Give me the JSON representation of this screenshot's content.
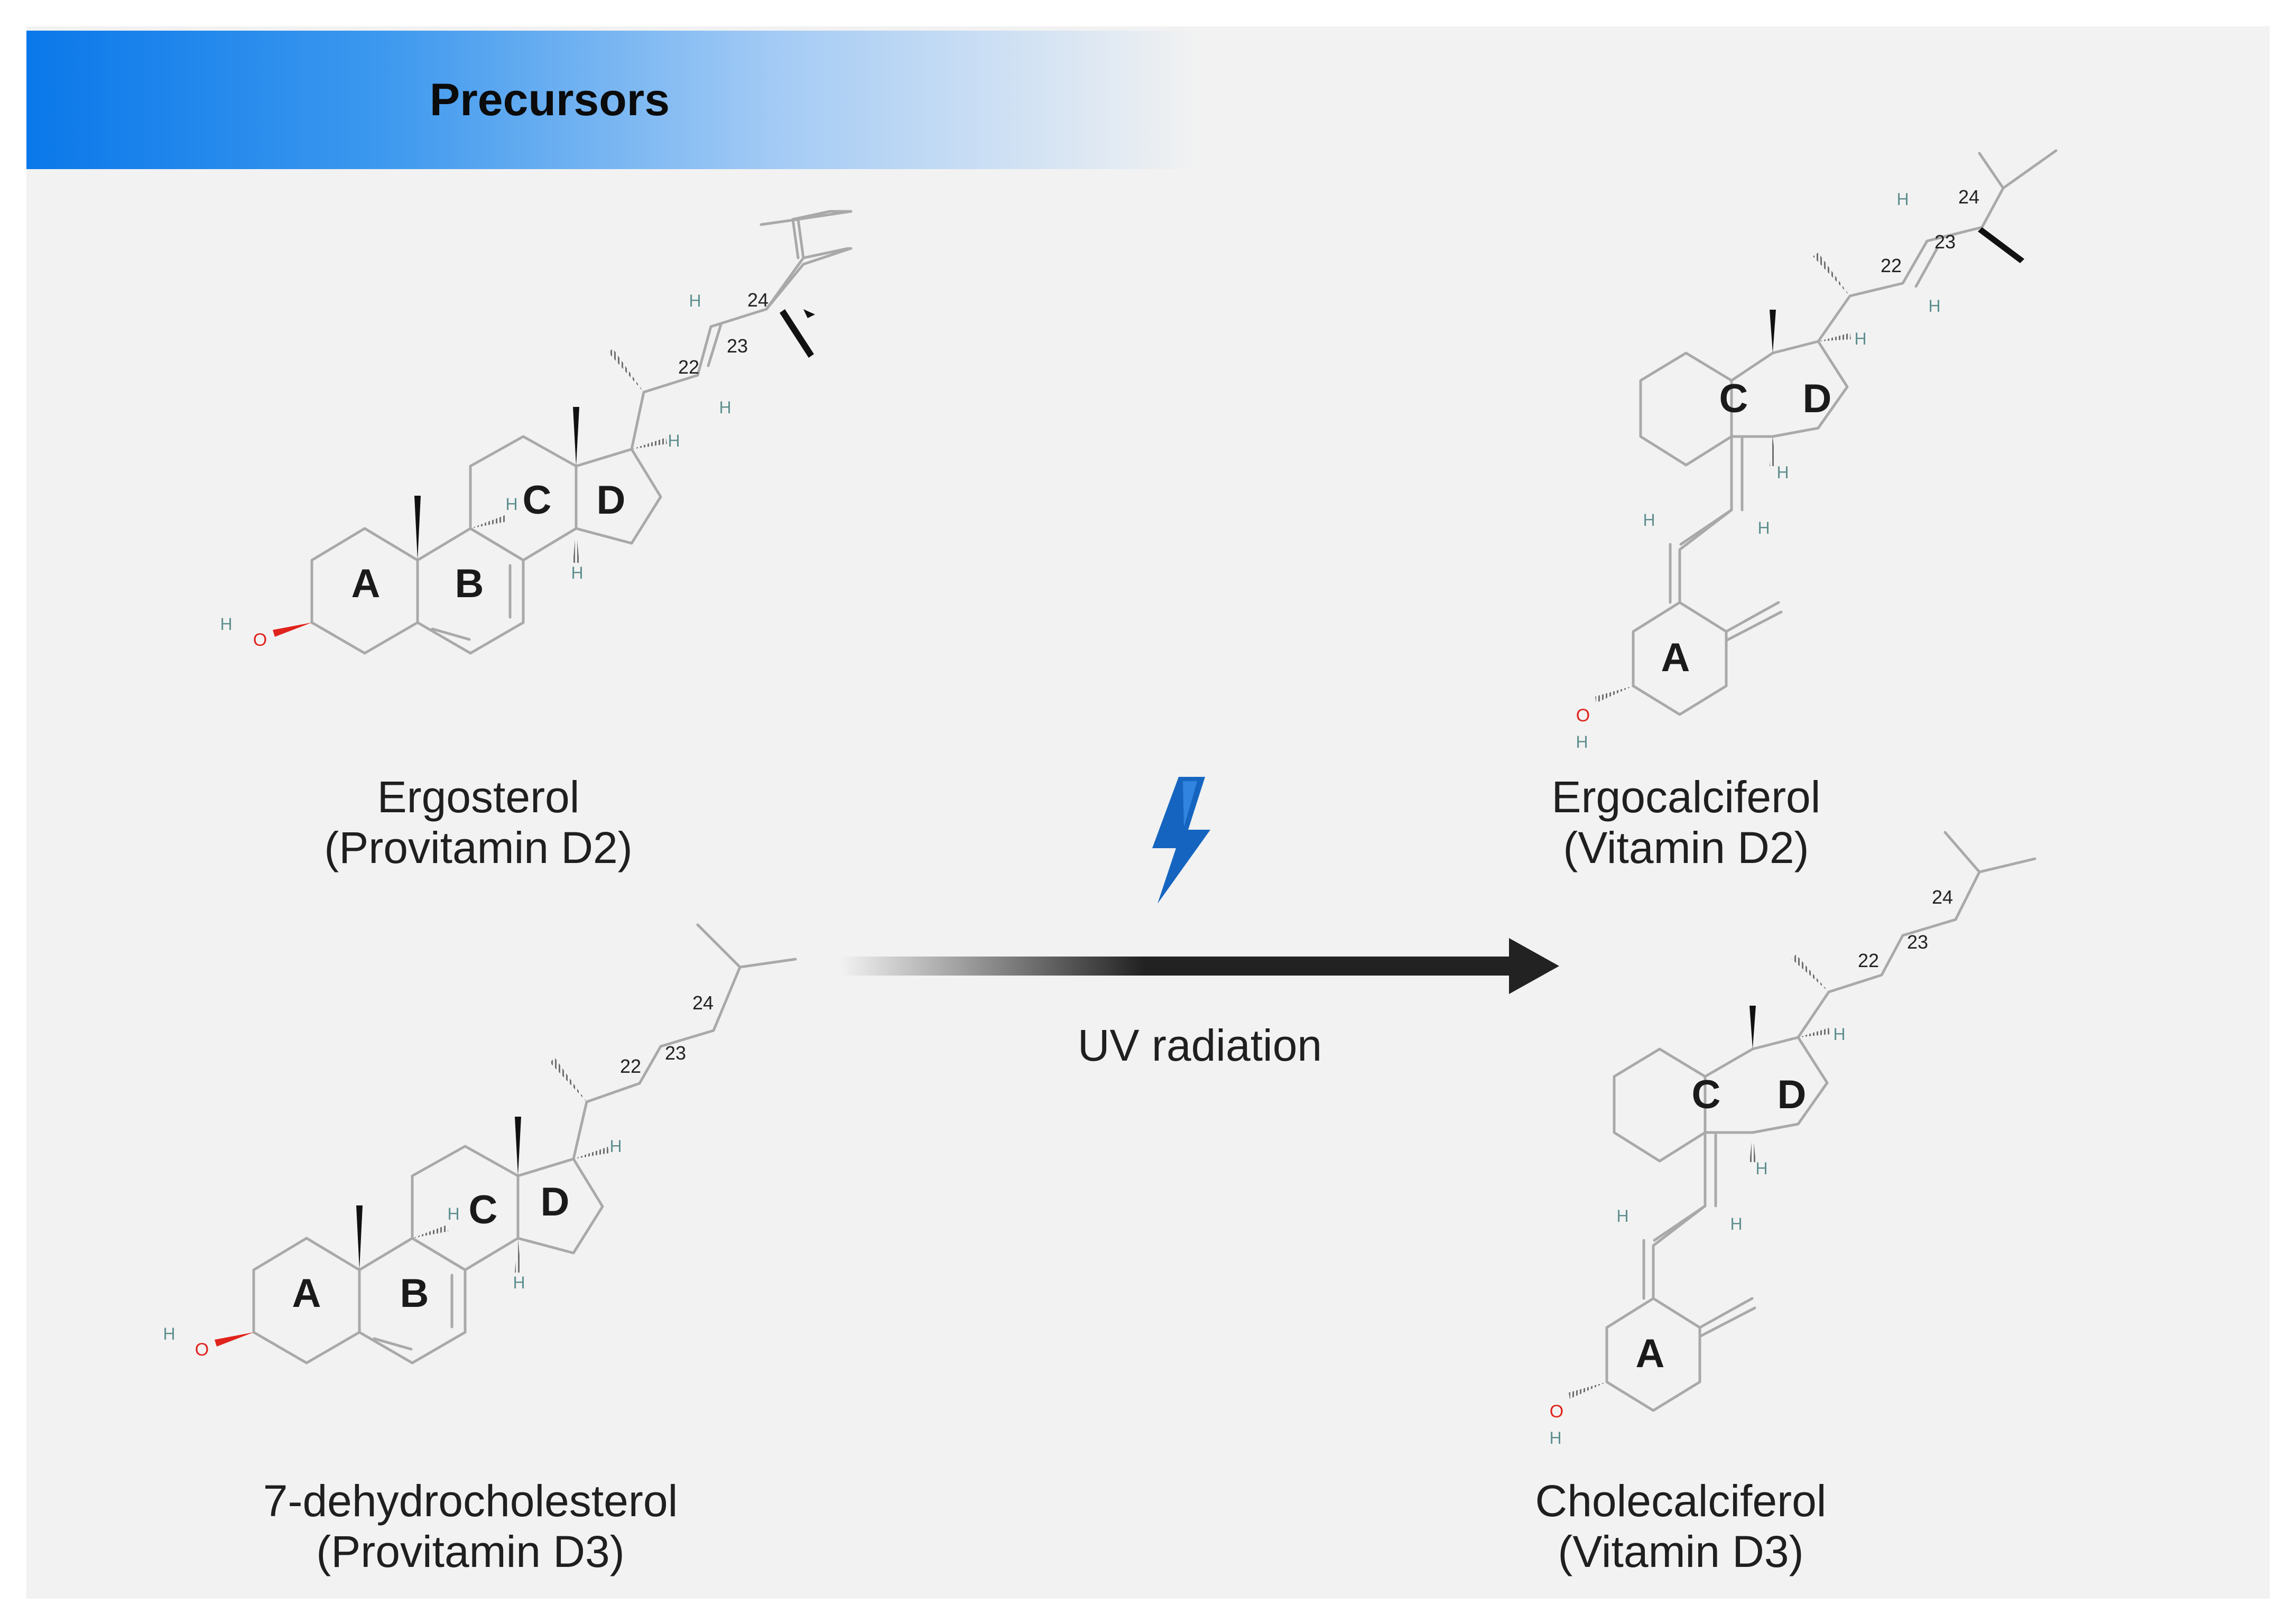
{
  "header": {
    "title": "Precursors"
  },
  "compounds": {
    "ergosterol": {
      "name": "Ergosterol",
      "subtitle": "(Provitamin D2)"
    },
    "dehydrocholesterol": {
      "name": "7-dehydrocholesterol",
      "subtitle": "(Provitamin D3)"
    },
    "ergocalciferol": {
      "name": "Ergocalciferol",
      "subtitle": "(Vitamin D2)"
    },
    "cholecalciferol": {
      "name": "Cholecalciferol",
      "subtitle": "(Vitamin D3)"
    }
  },
  "rings": {
    "a": "A",
    "b": "B",
    "c": "C",
    "d": "D"
  },
  "atoms": {
    "hydrogen": "H",
    "oxygen": "O"
  },
  "carbon_numbers": {
    "c22": "22",
    "c23": "23",
    "c24": "24"
  },
  "reaction": {
    "label": "UV radiation"
  },
  "colors": {
    "header_blue": "#0a78ea",
    "lightning": "#1565c0",
    "oxygen": "#e0231c",
    "arrow": "#222222",
    "bond": "#a9a9a9"
  },
  "icons": {
    "reaction_icon": "lightning-bolt-icon",
    "arrow_icon": "right-arrow-icon"
  }
}
